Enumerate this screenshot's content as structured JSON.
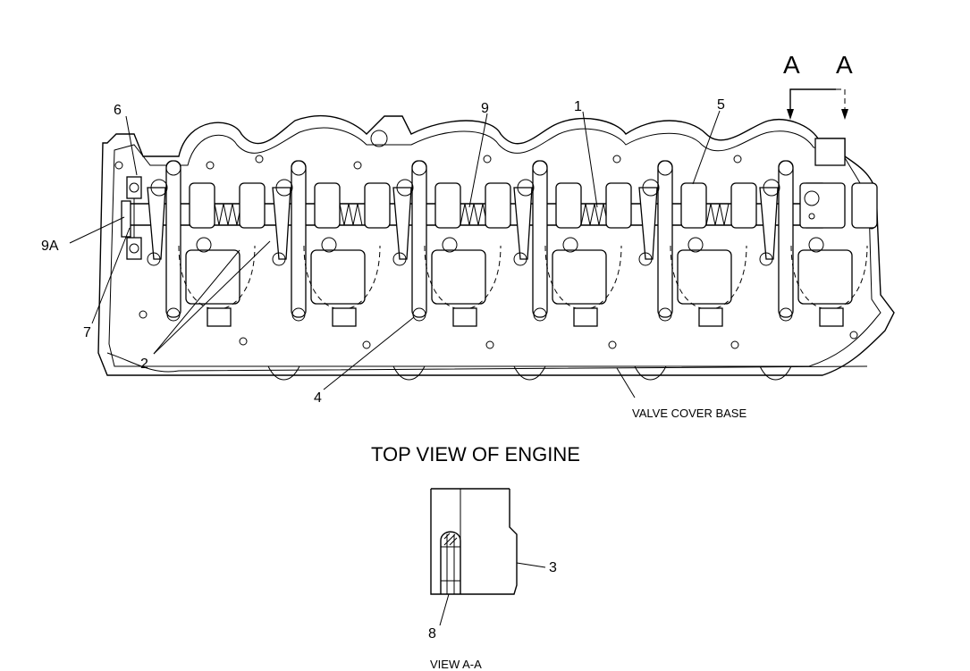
{
  "callouts": [
    "1",
    "2",
    "3",
    "4",
    "5",
    "6",
    "7",
    "8",
    "9",
    "9A"
  ],
  "section_marks": {
    "left": "A",
    "right": "A"
  },
  "valve_cover_label": "VALVE COVER BASE",
  "top_view_title": "TOP VIEW OF ENGINE",
  "view_aa_label": "VIEW A-A"
}
